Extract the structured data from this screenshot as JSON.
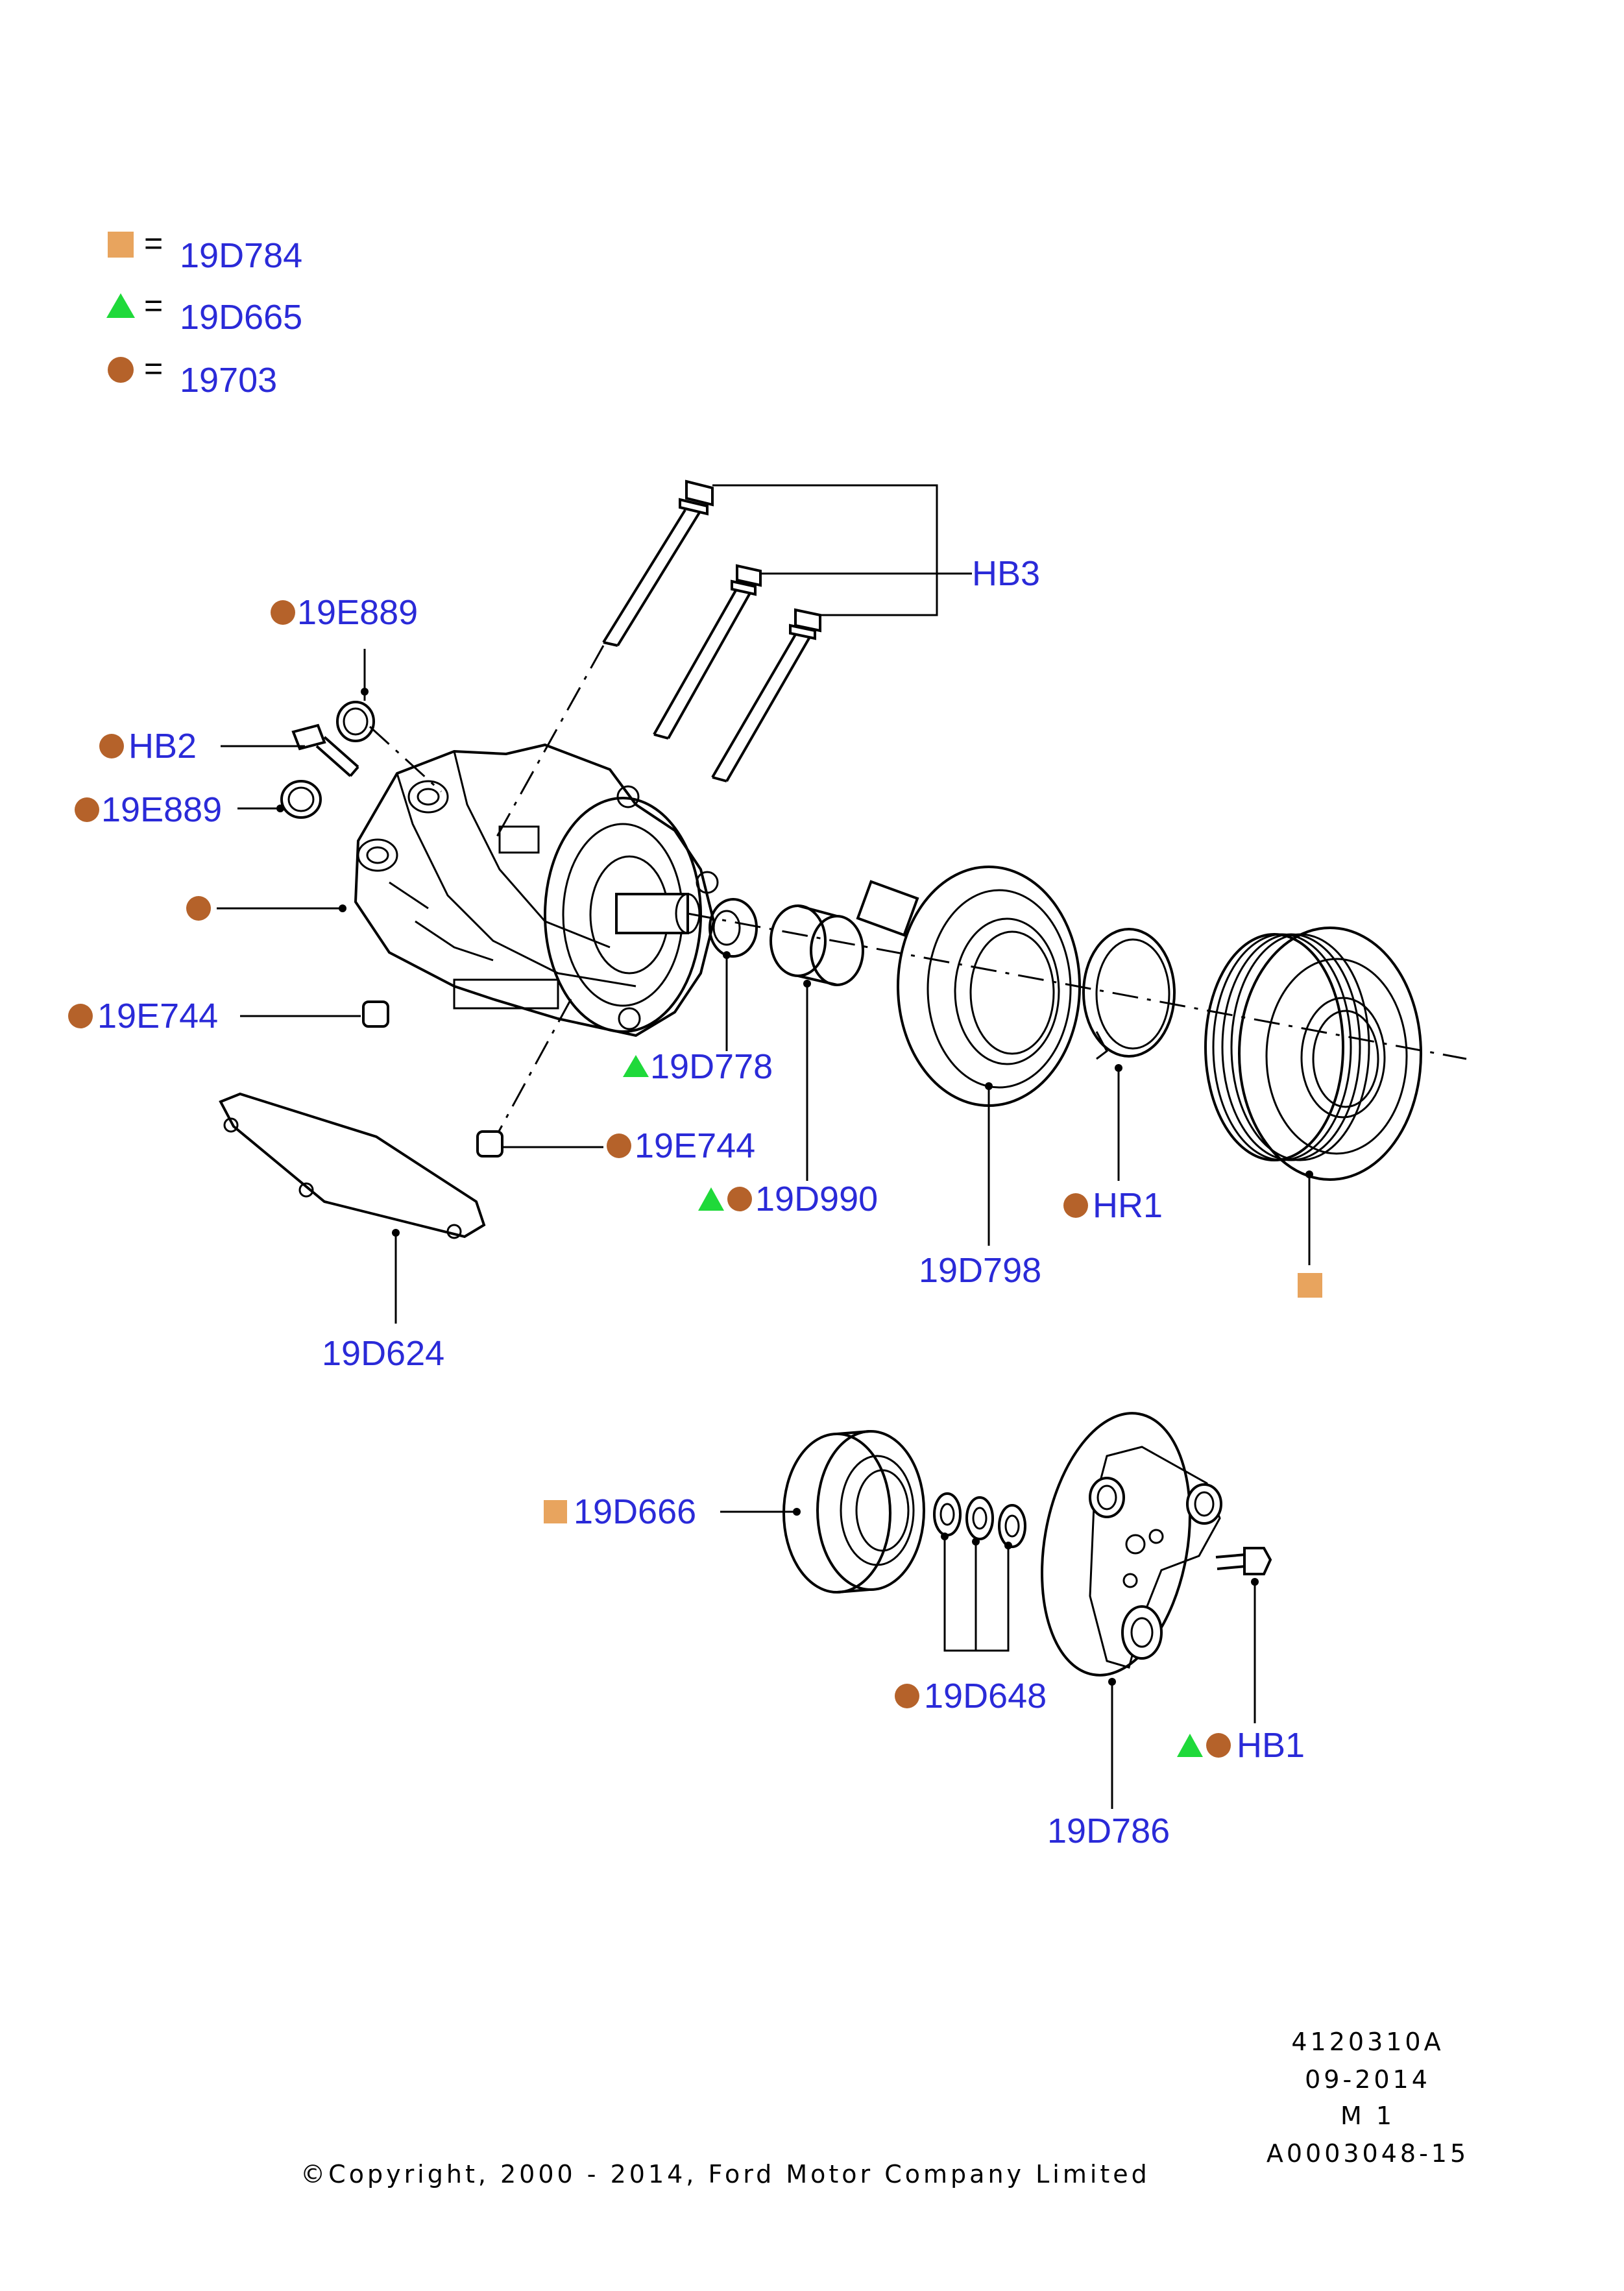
{
  "legend": [
    {
      "symbol": "square",
      "eq": "=",
      "code": "19D784"
    },
    {
      "symbol": "triangle",
      "eq": "=",
      "code": "19D665"
    },
    {
      "symbol": "circle",
      "eq": "=",
      "code": "19703"
    }
  ],
  "colors": {
    "label": "#2a2ad8",
    "square": "#e8a45e",
    "triangle": "#1fd93a",
    "circle": "#b5622a",
    "line": "#000000"
  },
  "labels": {
    "hb3": "HB3",
    "e889_top": "19E889",
    "hb2": "HB2",
    "e889_mid": "19E889",
    "e744_left": "19E744",
    "d778": "19D778",
    "e744_low": "19E744",
    "d990": "19D990",
    "hr1": "HR1",
    "d798": "19D798",
    "d624": "19D624",
    "d666": "19D666",
    "d648": "19D648",
    "hb1": "HB1",
    "d786": "19D786"
  },
  "footer": {
    "ref": "4120310A",
    "date": "09-2014",
    "mark": "M 1",
    "doc": "A0003048-15",
    "copyright": "©Copyright, 2000 - 2014, Ford Motor Company Limited"
  }
}
